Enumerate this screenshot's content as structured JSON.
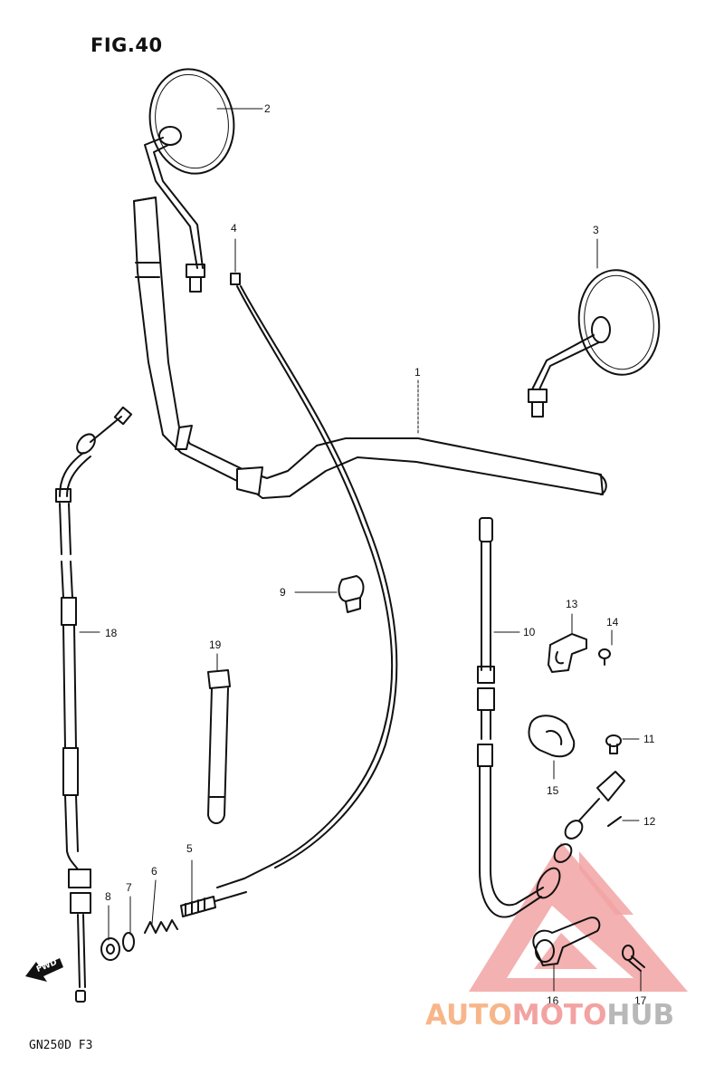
{
  "figure_title": "FIG.40",
  "model_code": "GN250D  F3",
  "direction_arrow": "FWD",
  "watermark": {
    "part1": "AUTO",
    "part2": "MOTO",
    "part3": "HUB",
    "colors": {
      "auto": "#f7b68a",
      "moto": "#f3a2a2",
      "hub": "#b8b8b8",
      "triangle": "#ef9a9a"
    }
  },
  "callouts": {
    "p1": "1",
    "p2": "2",
    "p3": "3",
    "p4": "4",
    "p5": "5",
    "p6": "6",
    "p7": "7",
    "p8": "8",
    "p9": "9",
    "p10": "10",
    "p11": "11",
    "p12": "12",
    "p13": "13",
    "p14": "14",
    "p15": "15",
    "p16": "16",
    "p17": "17",
    "p18": "18",
    "p19": "19"
  },
  "line_color": "#111111"
}
